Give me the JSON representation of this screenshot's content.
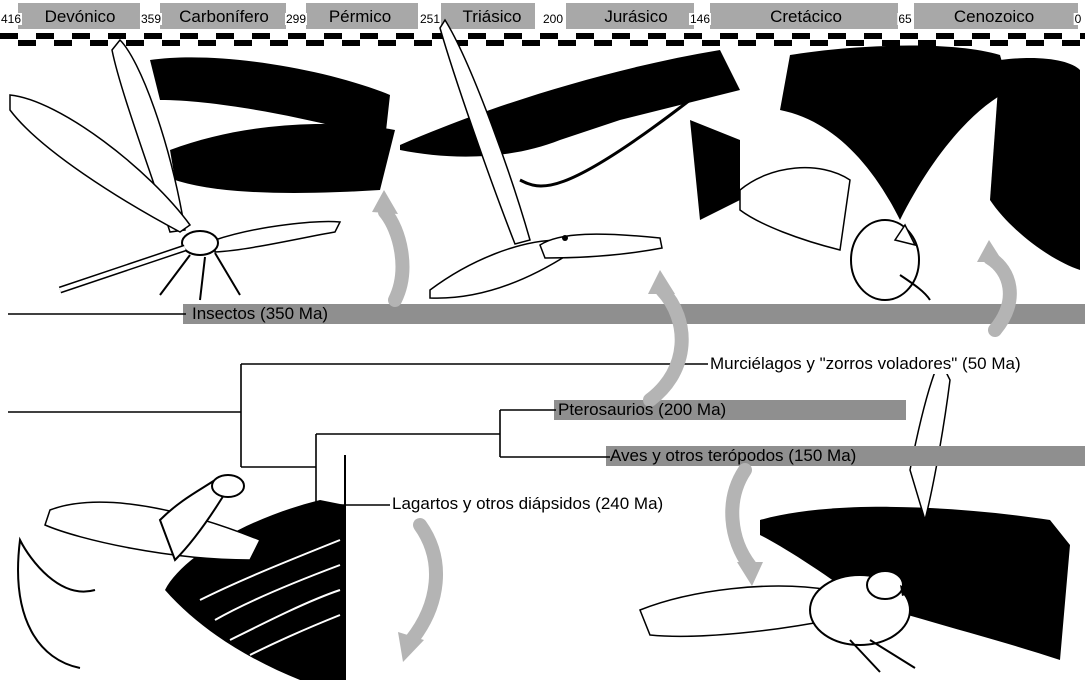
{
  "timescale": {
    "periods": [
      {
        "id": "devonico",
        "name": "Devónico"
      },
      {
        "id": "carbonifero",
        "name": "Carbonífero"
      },
      {
        "id": "permico",
        "name": "Pérmico"
      },
      {
        "id": "triasico",
        "name": "Triásico"
      },
      {
        "id": "jurasico",
        "name": "Jurásico"
      },
      {
        "id": "cretacico",
        "name": "Cretácico"
      },
      {
        "id": "cenozoico",
        "name": "Cenozoico"
      }
    ],
    "boundaries": [
      "416",
      "359",
      "299",
      "251",
      "200",
      "146",
      "65",
      "0"
    ]
  },
  "lineages": {
    "insectos": "Insectos (350 Ma)",
    "murcielagos": "Murciélagos y \"zorros voladores\" (50 Ma)",
    "pterosaurios": "Pterosaurios (200 Ma)",
    "aves": "Aves y otros terópodos (150 Ma)",
    "lagartos": "Lagartos y otros diápsidos (240 Ma)"
  },
  "illustrations": [
    {
      "id": "dragonfly",
      "icon": "dragonfly-icon"
    },
    {
      "id": "pterosaur",
      "icon": "pterosaur-icon"
    },
    {
      "id": "bat",
      "icon": "bat-icon"
    },
    {
      "id": "gliding-lizard",
      "icon": "gliding-lizard-icon"
    },
    {
      "id": "bird",
      "icon": "bird-icon"
    }
  ],
  "colors": {
    "timescale_bar": "#a8a8a8",
    "lineage_bar": "#8f8f8f",
    "arrow": "#b4b4b4",
    "ink": "#000000"
  }
}
